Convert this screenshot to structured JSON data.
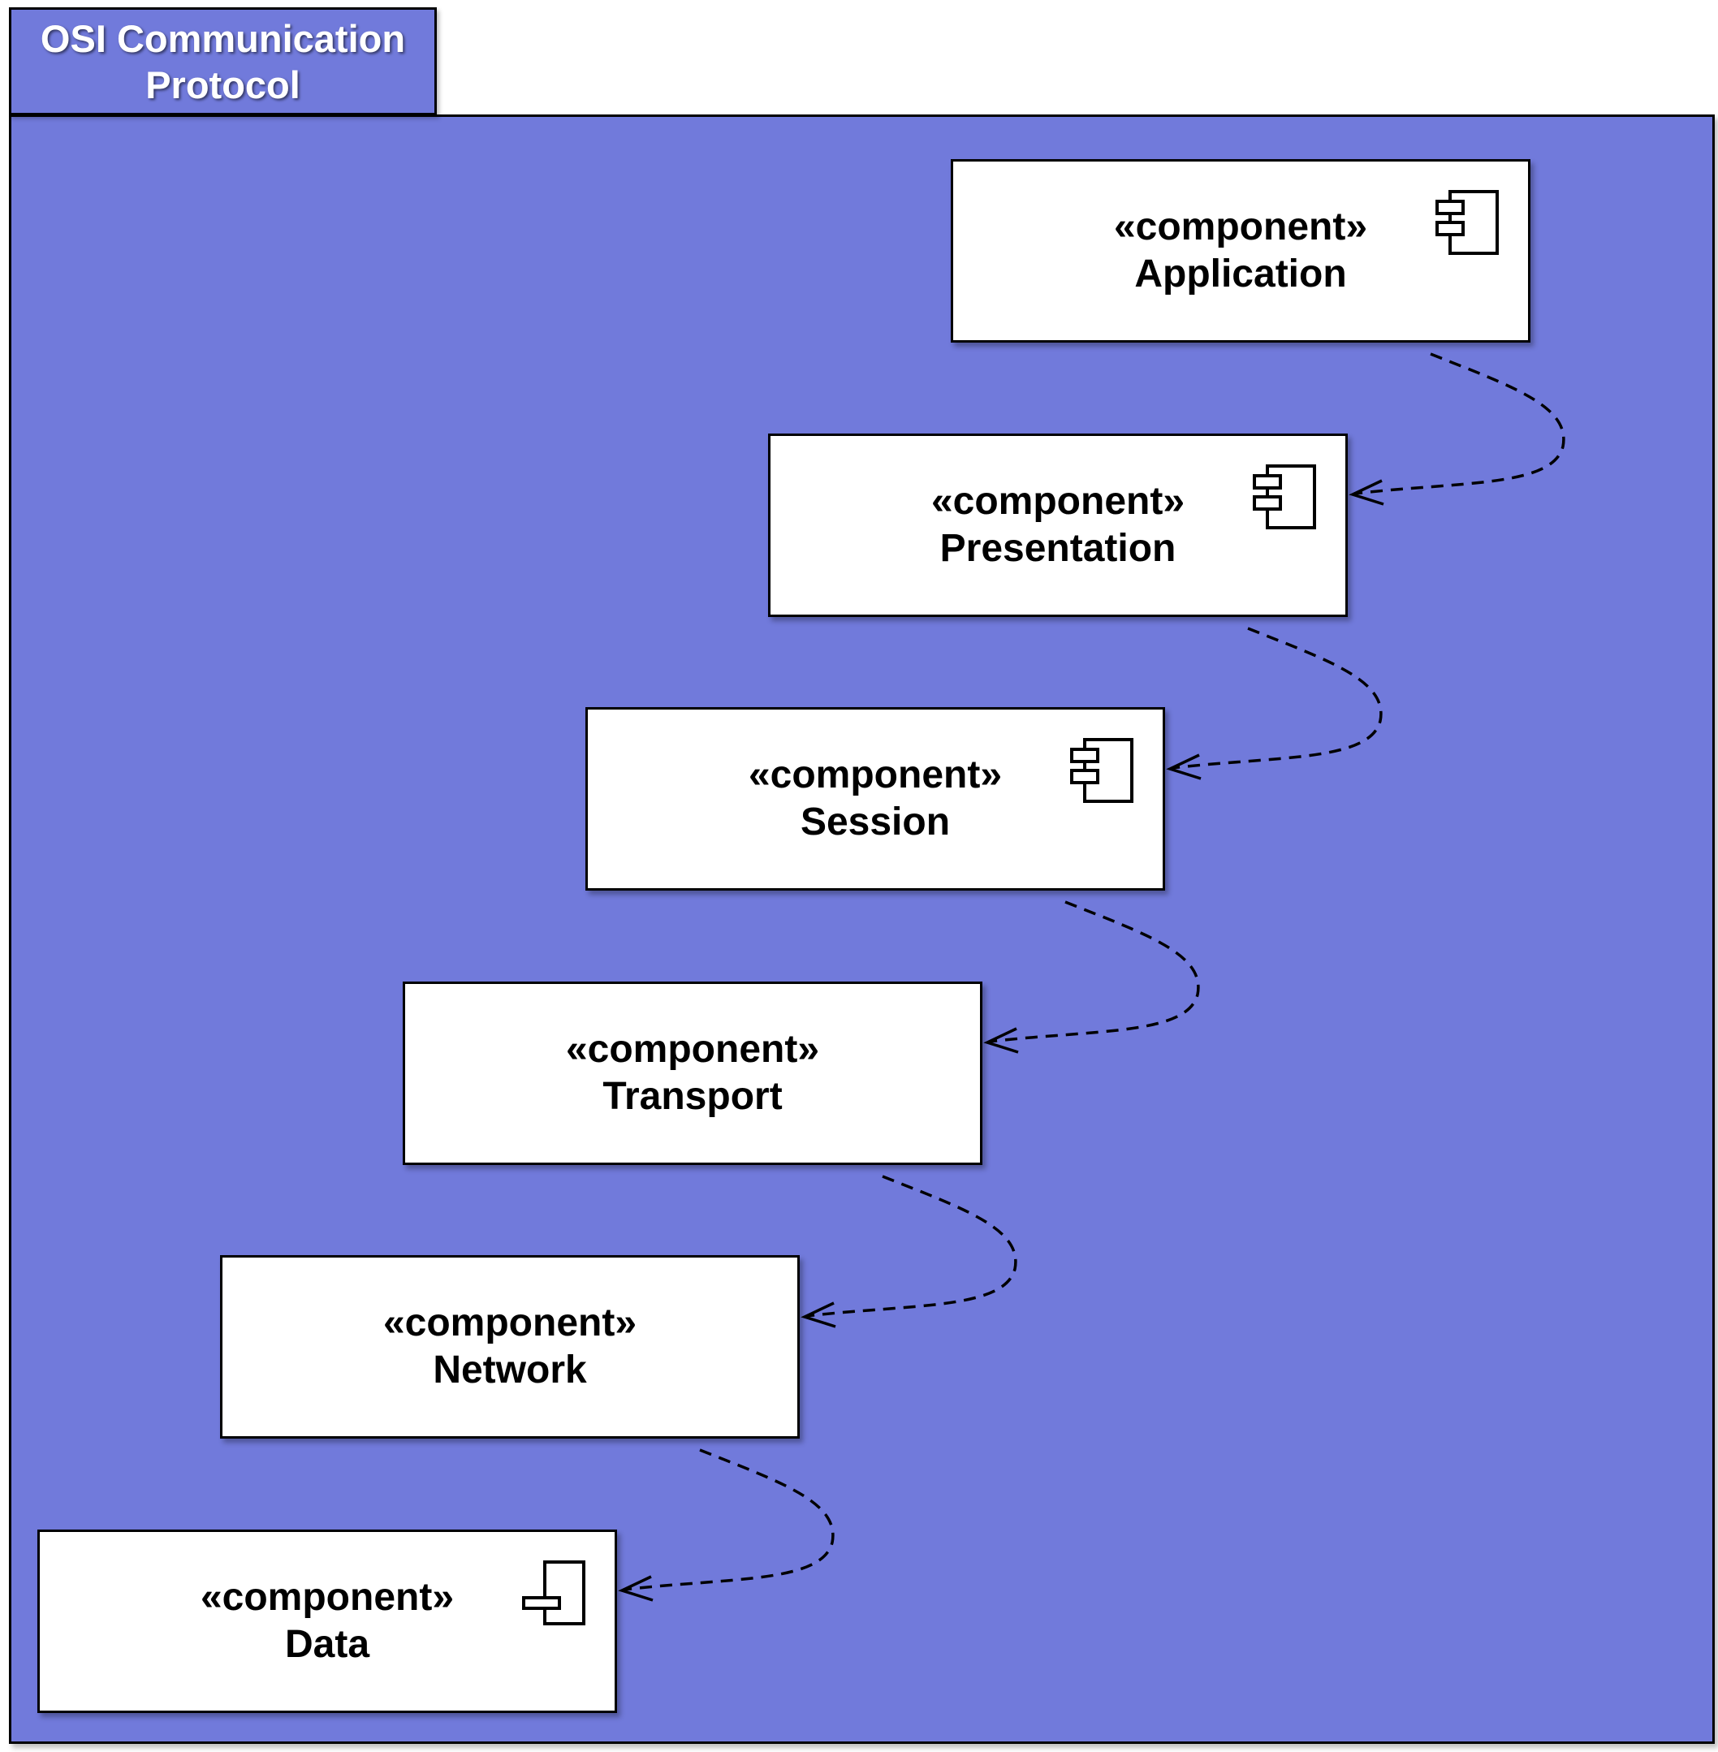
{
  "package": {
    "title_line1": "OSI Communication",
    "title_line2": "Protocol",
    "fill_color": "#717adb"
  },
  "components": [
    {
      "stereotype": "«component»",
      "name": "Application",
      "icon": "component-icon"
    },
    {
      "stereotype": "«component»",
      "name": "Presentation",
      "icon": "component-icon"
    },
    {
      "stereotype": "«component»",
      "name": "Session",
      "icon": "component-icon"
    },
    {
      "stereotype": "«component»",
      "name": "Transport",
      "icon": "none"
    },
    {
      "stereotype": "«component»",
      "name": "Network",
      "icon": "none"
    },
    {
      "stereotype": "«component»",
      "name": "Data",
      "icon": "partial-component-icon"
    }
  ],
  "dependencies": [
    {
      "from": "Application",
      "to": "Presentation",
      "style": "dashed-open-arrow"
    },
    {
      "from": "Presentation",
      "to": "Session",
      "style": "dashed-open-arrow"
    },
    {
      "from": "Session",
      "to": "Transport",
      "style": "dashed-open-arrow"
    },
    {
      "from": "Transport",
      "to": "Network",
      "style": "dashed-open-arrow"
    },
    {
      "from": "Network",
      "to": "Data",
      "style": "dashed-open-arrow"
    }
  ]
}
